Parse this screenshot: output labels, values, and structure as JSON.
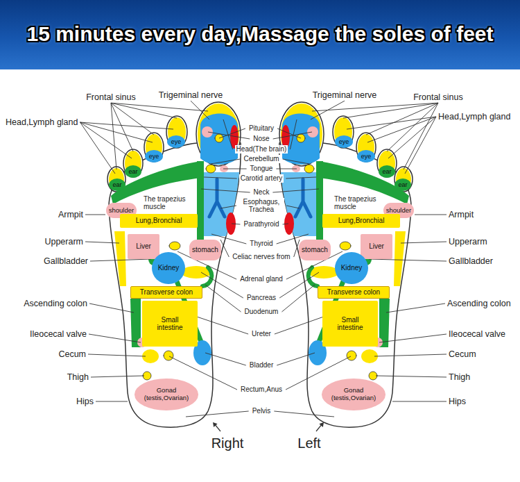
{
  "diagram": {
    "title": "15 minutes every day,Massage the soles of feet",
    "nodes": [
      {
        "text": [
          "eye"
        ]
      },
      {
        "text": [
          "eye"
        ]
      },
      {
        "text": [
          "ear"
        ]
      },
      {
        "text": [
          "ear"
        ]
      },
      {
        "text": [
          "shoulder"
        ]
      },
      {
        "text": [
          "Lung,Bronchial"
        ]
      },
      {
        "text": [
          "Liver"
        ]
      },
      {
        "text": [
          "stomach"
        ]
      },
      {
        "text": [
          "Kidney"
        ]
      },
      {
        "text": [
          "Transverse colon"
        ]
      },
      {
        "text": [
          "Small intestine"
        ]
      },
      {
        "text": [
          "Gonad (testis,Ovarian)"
        ]
      },
      {
        "text": [
          "eye"
        ]
      },
      {
        "text": [
          "eye"
        ]
      },
      {
        "text": [
          "ear"
        ]
      },
      {
        "text": [
          "ear"
        ]
      },
      {
        "text": [
          "shoulder"
        ]
      },
      {
        "text": [
          "Lung,Bronchial"
        ]
      },
      {
        "text": [
          "Liver"
        ]
      },
      {
        "text": [
          "stomach"
        ]
      },
      {
        "text": [
          "Kidney"
        ]
      },
      {
        "text": [
          "Transverse colon"
        ]
      },
      {
        "text": [
          "Small intestine"
        ]
      },
      {
        "text": [
          "Gonad (testis,Ovarian)"
        ]
      }
    ],
    "labels": [
      "Frontal sinus",
      "Trigeminal nerve",
      "Head,Lymph gland",
      "Armpit",
      "Upperarm",
      "Gallbladder",
      "Ascending colon",
      "Ileocecal valve",
      "Cecum",
      "Thigh",
      "Hips",
      "Trigeminal nerve",
      "Frontal sinus",
      "Head,Lymph gland",
      "Armpit",
      "Upperarm",
      "Gallbladder",
      "Ascending colon",
      "Ileocecal valve",
      "Cecum",
      "Thigh",
      "Hips",
      "Pituitary",
      "Nose",
      "Head(The brain)",
      "Cerebellum",
      "Tongue",
      "Carotid artery",
      "Neck",
      "Esophagus, Trachea",
      "Parathyroid",
      "Thyroid",
      "Celiac nerves from",
      "Adrenal gland",
      "Pancreas",
      "Duodenum",
      "Ureter",
      "Bladder",
      "Rectum,Anus",
      "Pelvis",
      "The trapezius muscle",
      "The trapezius muscle",
      "Right",
      "Left"
    ]
  }
}
